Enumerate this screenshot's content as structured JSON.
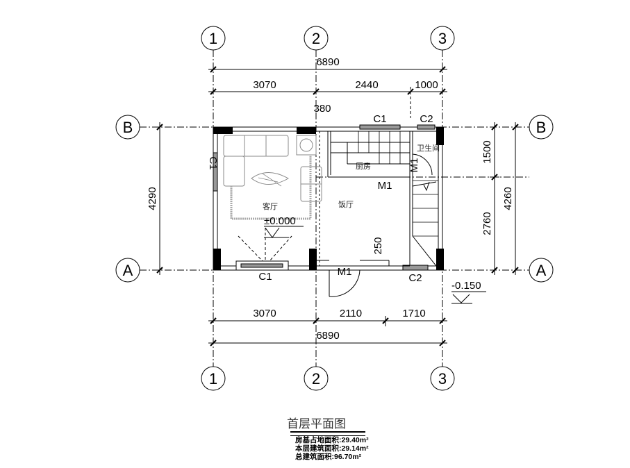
{
  "axes": {
    "columns": [
      "1",
      "2",
      "3"
    ],
    "rows": [
      "A",
      "B"
    ]
  },
  "dimensions": {
    "top_total": "6890",
    "top_seg1": "3070",
    "top_seg2": "2440",
    "top_seg3": "1000",
    "top_offset": "380",
    "bottom_total": "6890",
    "bottom_seg1": "3070",
    "bottom_seg2": "2110",
    "bottom_seg3": "1710",
    "left_total": "4290",
    "right_total": "4260",
    "right_seg1": "1500",
    "right_seg2": "2760",
    "step": "250"
  },
  "rooms": {
    "living": "客厅",
    "dining": "饭厅",
    "kitchen": "厨房",
    "bathroom": "卫生间"
  },
  "labels": {
    "c1_top": "C1",
    "c2_top": "C2",
    "c1_left": "C1",
    "c1_bottom": "C1",
    "c2_bottom": "C2",
    "m1_kitchen": "M1",
    "m1_entry": "M1",
    "m1_bath": "M1"
  },
  "levels": {
    "floor": "±0.000",
    "outside": "-0.150"
  },
  "title": "首层平面图",
  "areas": [
    {
      "label": "房基占地面积:",
      "value": "29.40m²"
    },
    {
      "label": "本层建筑面积:",
      "value": "29.14m²"
    },
    {
      "label": "总建筑面积:",
      "value": "96.70m²"
    }
  ]
}
